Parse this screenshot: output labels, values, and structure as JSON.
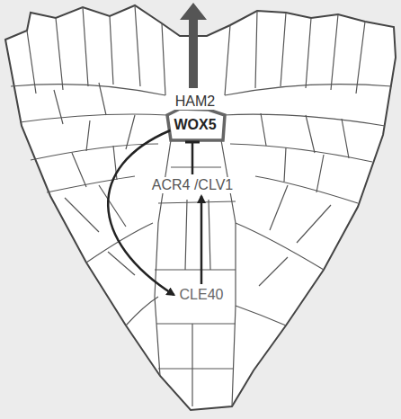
{
  "diagram": {
    "nodes": [
      {
        "text": [
          "WOX5"
        ]
      },
      {
        "text": [
          "ACR4 /CLV1"
        ]
      },
      {
        "text": [
          "CLE40"
        ]
      }
    ],
    "edges": [
      {
        "from": 0,
        "to": 2,
        "arrow": "to"
      },
      {
        "from": 2,
        "to": 1,
        "arrow": "to"
      },
      {
        "from": 1,
        "to": 0,
        "arrow": "to"
      }
    ],
    "labels": [
      "HAM2"
    ]
  }
}
